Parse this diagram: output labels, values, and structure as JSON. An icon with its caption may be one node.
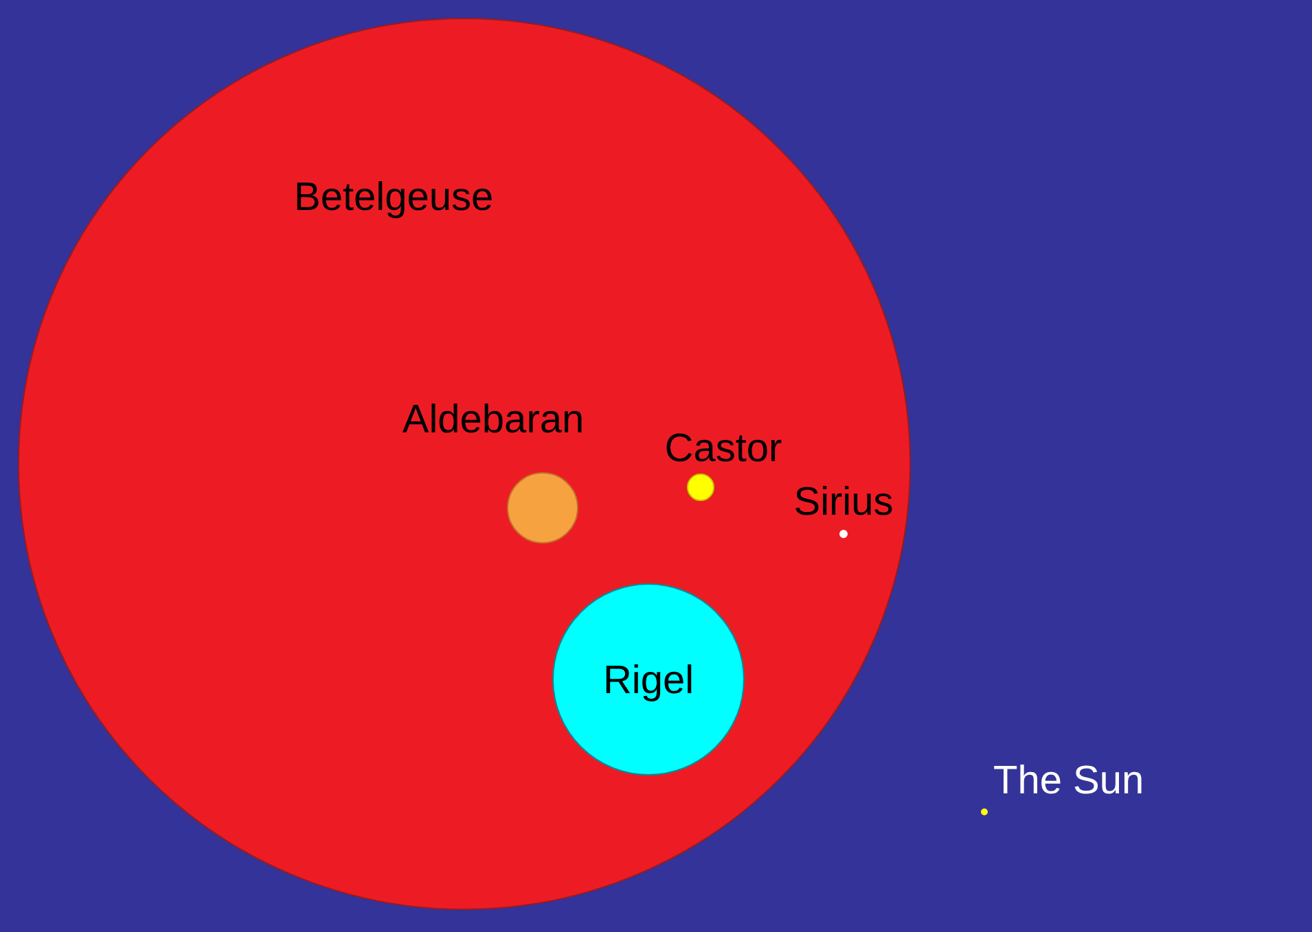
{
  "diagram": {
    "nodes": [
      {
        "text": [
          "Betelgeuse"
        ]
      },
      {
        "text": [
          "Aldebaran"
        ],
        "in": 0
      },
      {
        "text": [
          "Castor"
        ],
        "in": 0
      },
      {
        "text": [
          "Sirius"
        ],
        "in": 0
      },
      {
        "text": [
          "Rigel"
        ],
        "in": 0
      },
      {
        "text": [
          "The Sun"
        ]
      }
    ]
  }
}
